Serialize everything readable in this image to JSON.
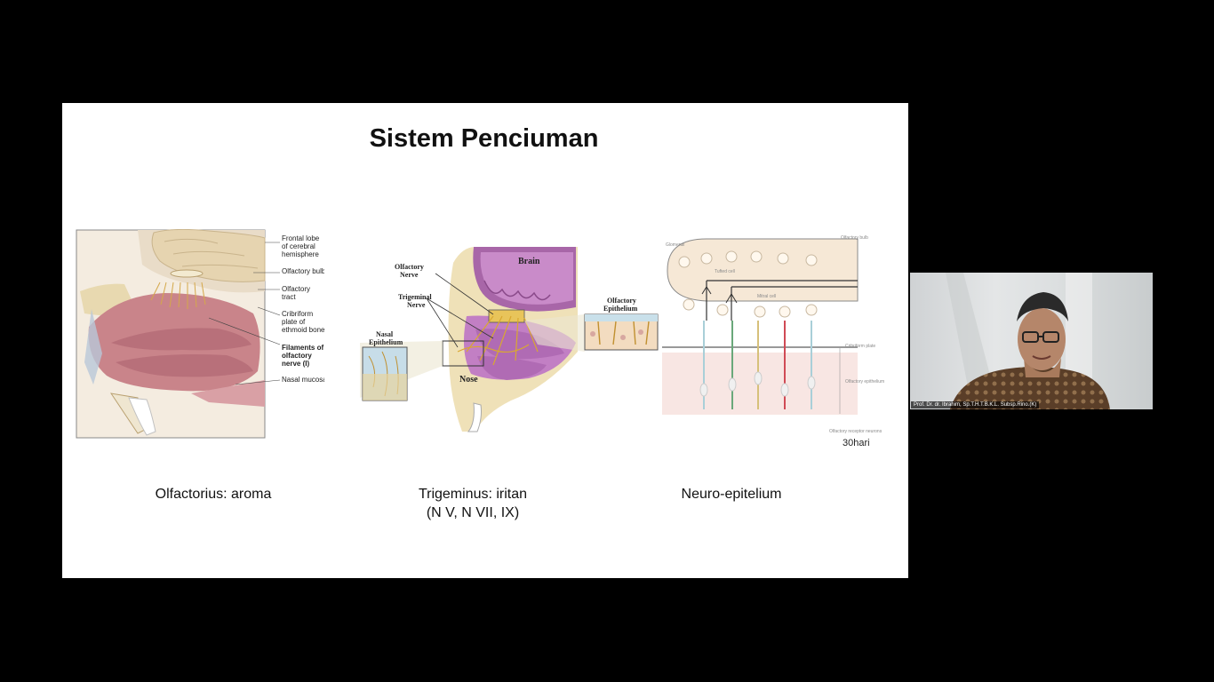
{
  "slide": {
    "title": "Sistem Penciuman",
    "captions": {
      "left": "Olfactorius: aroma",
      "middle_line1": "Trigeminus: iritan",
      "middle_line2": "(N V, N VII, IX)",
      "right": "Neuro-epitelium"
    },
    "figure_left_labels": {
      "frontal_lobe_1": "Frontal lobe",
      "frontal_lobe_2": "of cerebral",
      "frontal_lobe_3": "hemisphere",
      "olfactory_bulb": "Olfactory bulb",
      "olfactory_tract_1": "Olfactory",
      "olfactory_tract_2": "tract",
      "cribriform_1": "Cribriform",
      "cribriform_2": "plate of",
      "cribriform_3": "ethmoid bone",
      "filaments_1": "Filaments of",
      "filaments_2": "olfactory",
      "filaments_3": "nerve (I)",
      "nasal_mucosa": "Nasal mucosa"
    },
    "figure_middle_labels": {
      "olfactory_nerve_1": "Olfactory",
      "olfactory_nerve_2": "Nerve",
      "trigeminal_nerve_1": "Trigeminal",
      "trigeminal_nerve_2": "Nerve",
      "nasal_epithelium_1": "Nasal",
      "nasal_epithelium_2": "Epithelium",
      "brain": "Brain",
      "nose": "Nose",
      "olfactory_epithelium_1": "Olfactory",
      "olfactory_epithelium_2": "Epithelium"
    },
    "figure_right_labels": {
      "glomeruli": "Glomeruli",
      "olfactory_bulb": "Olfactory bulb",
      "tufted_cell": "Tufted cell",
      "mitral_cell": "Mitral cell",
      "cribriform_plate": "Cribriform plate",
      "olfactory_epithelium": "Olfactory epithelium",
      "receptor_neurons": "Olfactory receptor neurons",
      "note": "30hari"
    }
  },
  "video": {
    "participant_name": "Prof. Dr. dr. Ibrahim, Sp.T.H.T.B.K.L. Subsp.Rino.(K)"
  }
}
